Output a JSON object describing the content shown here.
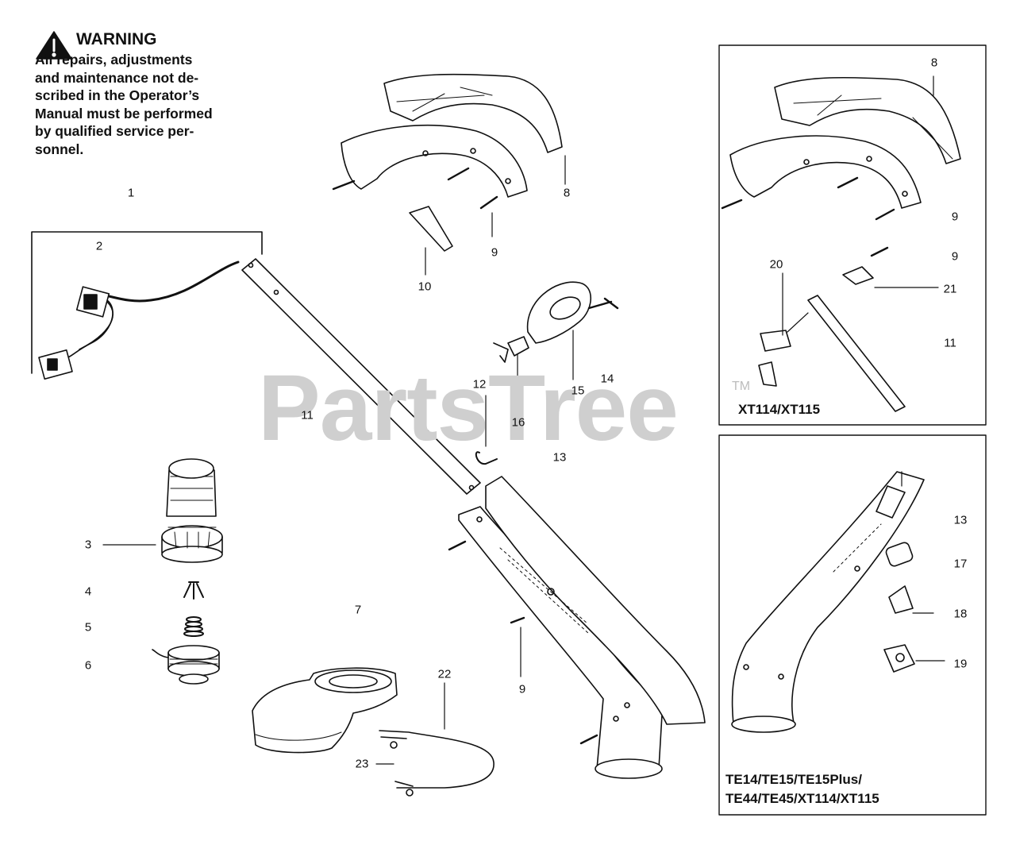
{
  "warning": {
    "title": "WARNING",
    "body": "All repairs, adjustments\nand maintenance not de-\nscribed in the Operator’s\nManual must be performed\nby qualified  service per-\nsonnel."
  },
  "watermark": {
    "text": "PartsTree",
    "tm": "TM"
  },
  "callouts": [
    {
      "id": "1",
      "text": "1"
    },
    {
      "id": "2",
      "text": "2"
    },
    {
      "id": "3",
      "text": "3"
    },
    {
      "id": "4",
      "text": "4"
    },
    {
      "id": "5",
      "text": "5"
    },
    {
      "id": "6",
      "text": "6"
    },
    {
      "id": "7",
      "text": "7"
    },
    {
      "id": "8a",
      "text": "8"
    },
    {
      "id": "9a",
      "text": "9"
    },
    {
      "id": "10",
      "text": "10"
    },
    {
      "id": "11a",
      "text": "11"
    },
    {
      "id": "12",
      "text": "12"
    },
    {
      "id": "13a",
      "text": "13"
    },
    {
      "id": "14",
      "text": "14"
    },
    {
      "id": "15",
      "text": "15"
    },
    {
      "id": "16",
      "text": "16"
    },
    {
      "id": "9b",
      "text": "9"
    },
    {
      "id": "22",
      "text": "22"
    },
    {
      "id": "23",
      "text": "23"
    },
    {
      "id": "8b",
      "text": "8"
    },
    {
      "id": "9c",
      "text": "9"
    },
    {
      "id": "9d",
      "text": "9"
    },
    {
      "id": "20",
      "text": "20"
    },
    {
      "id": "21",
      "text": "21"
    },
    {
      "id": "11b",
      "text": "11"
    },
    {
      "id": "13b",
      "text": "13"
    },
    {
      "id": "17",
      "text": "17"
    },
    {
      "id": "18",
      "text": "18"
    },
    {
      "id": "19",
      "text": "19"
    }
  ],
  "models": {
    "box1": "XT114/XT115",
    "box2_line1": "TE14/TE15/TE15Plus/",
    "box2_line2": "TE44/TE45/XT114/XT115"
  }
}
